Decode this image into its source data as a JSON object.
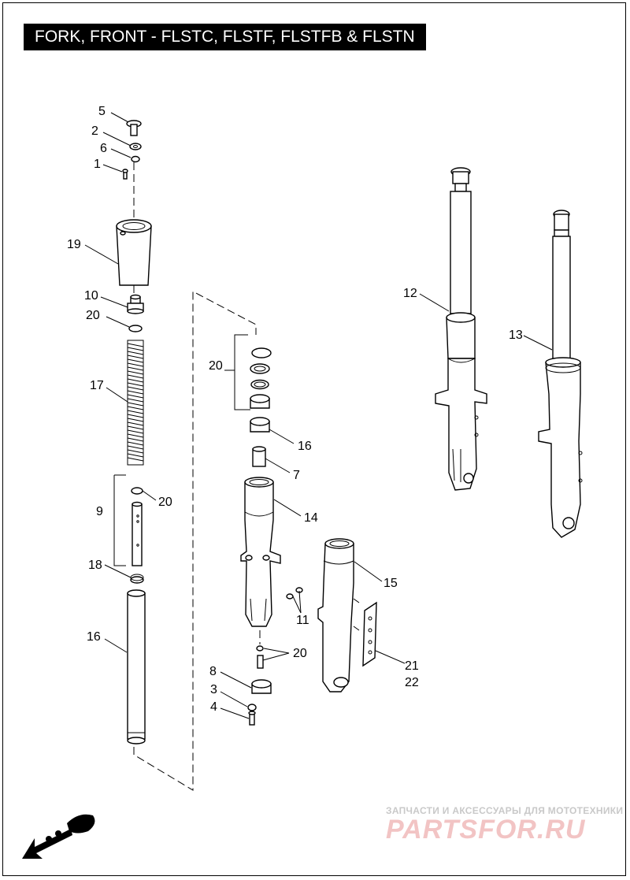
{
  "title": "FORK, FRONT - FLSTC, FLSTF, FLSTFB & FLSTN",
  "callouts": {
    "c5": "5",
    "c2": "2",
    "c6": "6",
    "c1": "1",
    "c19": "19",
    "c10": "10",
    "c20a": "20",
    "c17": "17",
    "c9": "9",
    "c20b": "20",
    "c18": "18",
    "c16a": "16",
    "c20c": "20",
    "c16b": "16",
    "c7": "7",
    "c14": "14",
    "c11": "11",
    "c20d": "20",
    "c8": "8",
    "c3": "3",
    "c4": "4",
    "c15": "15",
    "c21": "21",
    "c22": "22",
    "c12": "12",
    "c13": "13"
  },
  "watermark": {
    "tagline": "ЗАПЧАСТИ И АКСЕССУАРЫ ДЛЯ МОТОТЕХНИКИ",
    "brand": "PARTSFOR.RU"
  },
  "icons": {
    "corner": "motorcycle-direction-arrow-icon"
  },
  "colors": {
    "title_bg": "#000000",
    "title_fg": "#ffffff",
    "watermark": "#f2c4c4"
  }
}
